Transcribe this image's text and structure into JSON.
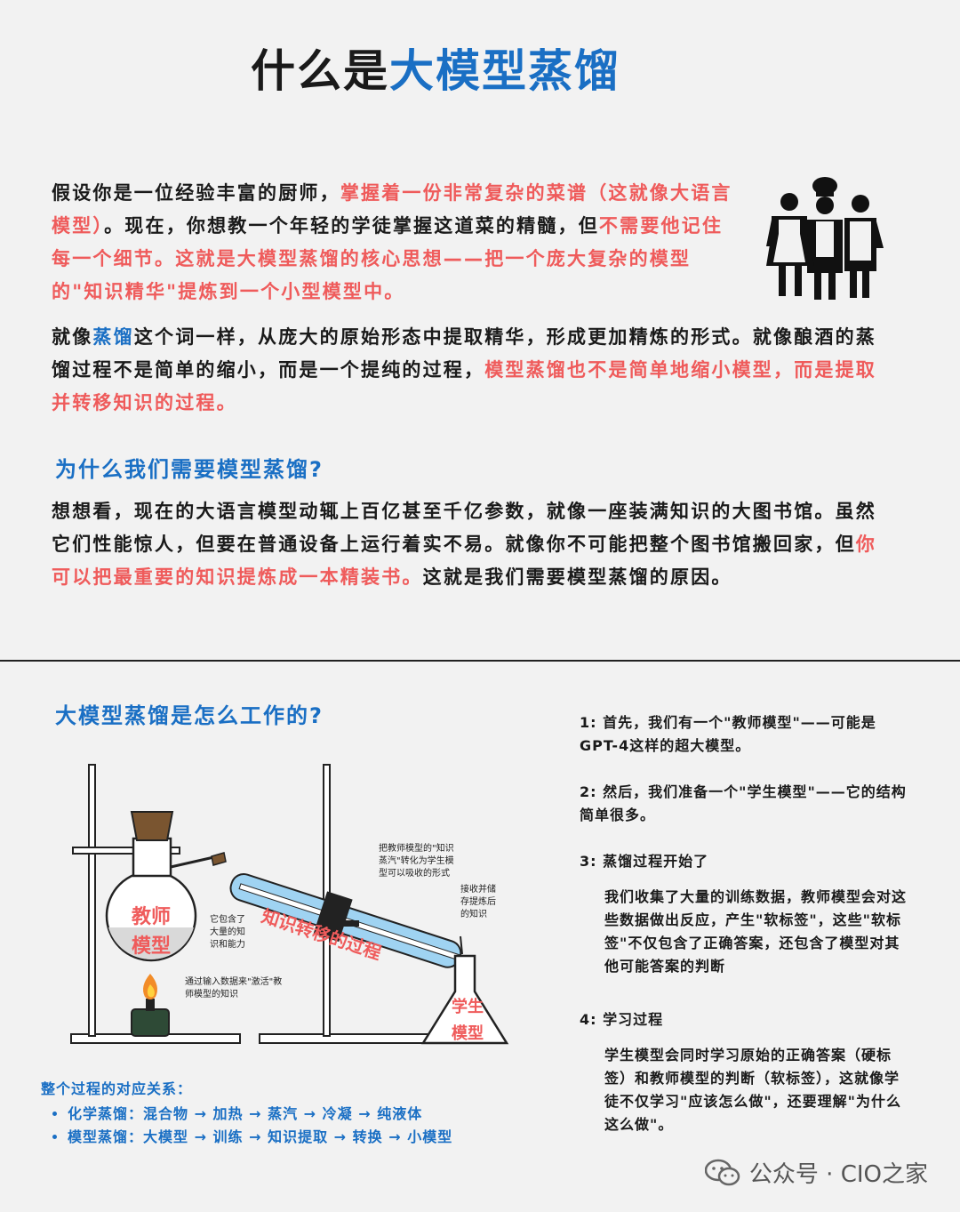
{
  "title": {
    "prefix": "什么是",
    "highlight": "大模型蒸馏"
  },
  "intro": {
    "p1_a": "假设你是一位经验丰富的厨师，",
    "p1_b": "掌握着一份非常复杂的菜谱（这就像大语言模型）",
    "p1_c": "。现在，你想教一个年轻的学徒掌握这道菜的精髓，但",
    "p1_d": "不需要他记住每一个细节。这就是大模型蒸馏的核心思想——把一个庞大复杂的模型的\"知识精华\"提炼到一个小型模型中。",
    "p2_a": "就像",
    "p2_b": "蒸馏",
    "p2_c": "这个词一样，从庞大的原始形态中提取精华，形成更加精炼的形式。就像酿酒的蒸馏过程不是简单的缩小，而是一个提纯的过程，",
    "p2_d": "模型蒸馏也不是简单地缩小模型，而是提取并转移知识的过程。"
  },
  "why": {
    "heading": "为什么我们需要模型蒸馏?",
    "p_a": "想想看，现在的大语言模型动辄上百亿甚至千亿参数，就像一座装满知识的大图书馆。虽然它们性能惊人，但要在普通设备上运行着实不易。就像你不可能把整个图书馆搬回家，但",
    "p_b": "你可以把最重要的知识提炼成一本精装书。",
    "p_c": "这就是我们需要模型蒸馏的原因。"
  },
  "how": {
    "heading": "大模型蒸馏是怎么工作的?",
    "diagram": {
      "flask_label_1": "教师",
      "flask_label_2": "模型",
      "tube_label": "知识转移的过程",
      "beaker_label_1": "学生",
      "beaker_label_2": "模型",
      "ann_flask": [
        "它包含了",
        "大量的知",
        "识和能力"
      ],
      "ann_fire": [
        "通过输入数据来\"激活\"教",
        "师模型的知识"
      ],
      "ann_tube": [
        "把教师模型的\"知识",
        "蒸汽\"转化为学生模",
        "型可以吸收的形式"
      ],
      "ann_beaker": [
        "接收并储",
        "存提炼后",
        "的知识"
      ]
    },
    "steps": [
      {
        "head": "1:  首先，我们有一个\"教师模型\"——可能是GPT-4这样的超大模型。",
        "body": ""
      },
      {
        "head": "2:  然后，我们准备一个\"学生模型\"——它的结构简单很多。",
        "body": ""
      },
      {
        "head": "3:  蒸馏过程开始了",
        "body": "我们收集了大量的训练数据，教师模型会对这些数据做出反应，产生\"软标签\"，这些\"软标签\"不仅包含了正确答案，还包含了模型对其他可能答案的判断"
      },
      {
        "head": "4:  学习过程",
        "body": "学生模型会同时学习原始的正确答案（硬标签）和教师模型的判断（软标签），这就像学徒不仅学习\"应该怎么做\"，还要理解\"为什么这么做\"。"
      }
    ],
    "mapping_title": "整个过程的对应关系：",
    "mapping_items": [
      "化学蒸馏：混合物 → 加热 → 蒸汽 → 冷凝 → 纯液体",
      "模型蒸馏：大模型 → 训练 → 知识提取 → 转换 → 小模型"
    ]
  },
  "footer": "公众号 · CIO之家",
  "colors": {
    "blue": "#1a6fc4",
    "red": "#ef5b5b"
  },
  "icons": [
    "chefs-icon",
    "wechat-icon",
    "flame-icon"
  ]
}
